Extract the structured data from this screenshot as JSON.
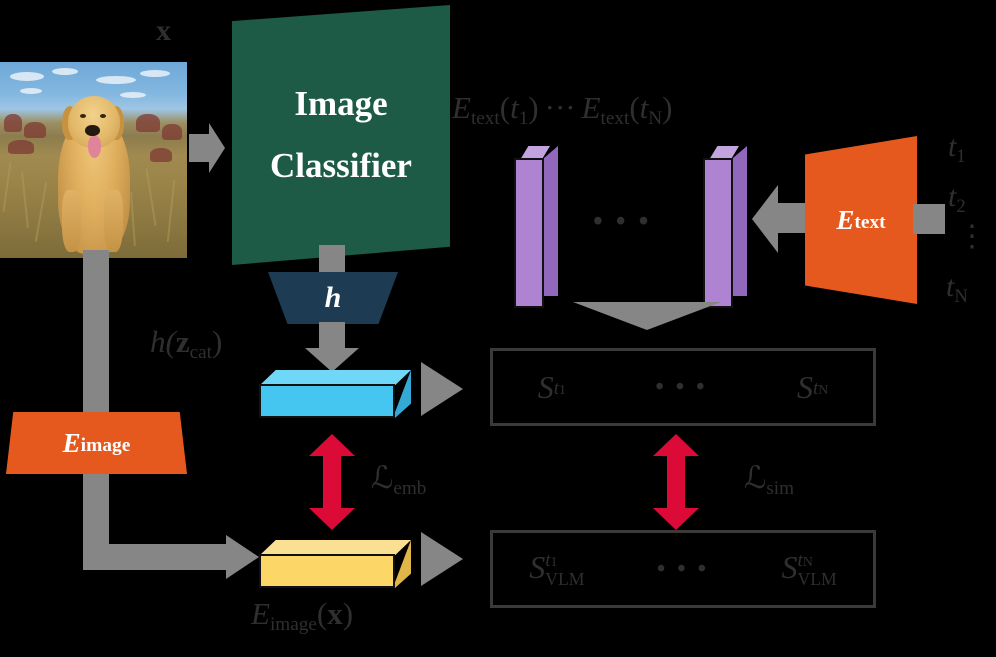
{
  "figure": {
    "type": "diagram",
    "title": "Image classifier to VLM embedding alignment diagram",
    "background_color": "#000000"
  },
  "colors": {
    "classifier_green": "#1d5b46",
    "projection_navy": "#1d3b52",
    "encoder_orange": "#e5591f",
    "text_embedding_purple": "#ad83d2",
    "classifier_embedding_cyan": "#45c6f0",
    "vlm_embedding_yellow": "#fcd667",
    "arrow_gray": "#868686",
    "loss_arrow_red": "#dc0a37",
    "label_gray": "#2f2f2f",
    "box_border_gray": "#3a3a3a"
  },
  "input": {
    "image_label": "x",
    "image_alt": "golden retriever dog sitting in dry grass field under blue sky"
  },
  "blocks": {
    "classifier": {
      "line1": "Image",
      "line2": "Classifier"
    },
    "projection_head": {
      "label": "h"
    },
    "text_encoder": {
      "label_main": "E",
      "label_sub": "text"
    },
    "image_encoder": {
      "label_main": "E",
      "label_sub": "image"
    }
  },
  "labels": {
    "classifier_embedding": {
      "main": "h(",
      "bold_var": "z",
      "sub": "cat",
      "close": ")"
    },
    "text_embeddings": {
      "first_main": "E",
      "first_sub": "text",
      "first_arg_open": "(",
      "first_arg": "t",
      "first_arg_sub": "1",
      "first_arg_close": ")",
      "ellipsis": "···",
      "last_main": "E",
      "last_sub": "text",
      "last_arg_open": "(",
      "last_arg": "t",
      "last_arg_sub": "N",
      "last_arg_close": ")"
    },
    "image_embedding": {
      "main": "E",
      "sub": "image",
      "open": "(",
      "bold_var": "x",
      "close": ")"
    },
    "loss_embedding": {
      "script": "ℒ",
      "sub": "emb"
    },
    "loss_similarity": {
      "script": "ℒ",
      "sub": "sim"
    }
  },
  "text_inputs": {
    "items": [
      "t₁",
      "t₂",
      "⋮",
      "tₙ"
    ],
    "t1": {
      "base": "t",
      "sub": "1"
    },
    "t2": {
      "base": "t",
      "sub": "2"
    },
    "vdots": "⋮",
    "tN": {
      "base": "t",
      "sub": "N"
    }
  },
  "bars": {
    "text_bar_first": "E_text(t_1) embedding",
    "text_bar_last": "E_text(t_N) embedding",
    "bar_ellipsis": "• • •",
    "classifier_bar": "h(z_cat) embedding",
    "vlm_bar": "E_image(x) embedding"
  },
  "similarity_boxes": {
    "classifier_scores": {
      "first": {
        "base": "S",
        "sup_base": "t",
        "sup_sub": "1"
      },
      "ellipsis": "• • •",
      "last": {
        "base": "S",
        "sup_base": "t",
        "sup_sub": "N"
      }
    },
    "vlm_scores": {
      "first": {
        "base": "S",
        "sup_base": "t",
        "sup_sub": "1",
        "sub": "VLM"
      },
      "ellipsis": "• • •",
      "last": {
        "base": "S",
        "sup_base": "t",
        "sup_sub": "N",
        "sub": "VLM"
      }
    }
  }
}
